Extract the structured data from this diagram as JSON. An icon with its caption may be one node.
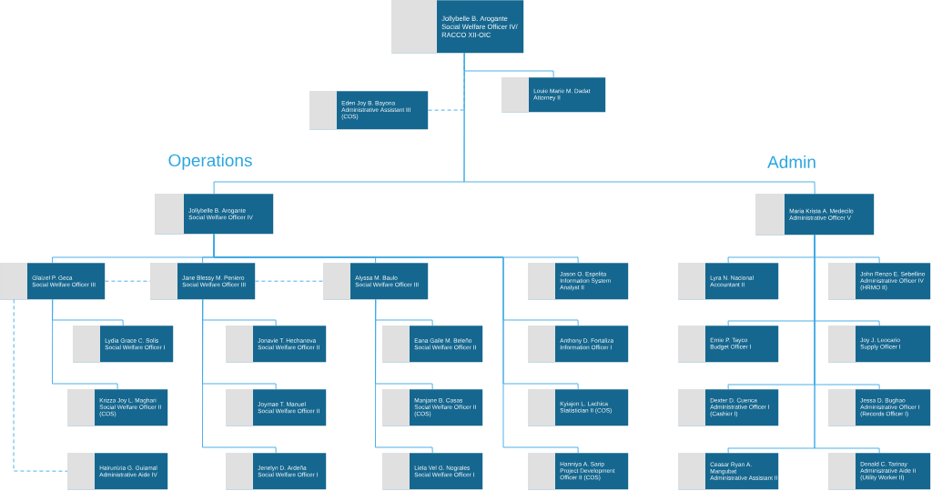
{
  "diagram": {
    "nodes": [
      {
        "text": [
          "Jollybelle B. Arogante",
          "Social Welfare Officer IV/ RACCO XII-OIC"
        ]
      },
      {
        "text": [
          "Eden Joy B. Bayona",
          "Administrative Assistant III (COS)"
        ]
      },
      {
        "text": [
          "Louie Marie M. Dadat",
          "Attorney II"
        ]
      },
      {
        "text": [
          "Jollybelle B. Arogante",
          "Social Welfare Officer IV"
        ]
      },
      {
        "text": [
          "Maria Krista A. Medecilo",
          "Administrative Officer V"
        ]
      },
      {
        "text": [
          "Glaizel P. Geca",
          "Social Welfare Officer III"
        ]
      },
      {
        "text": [
          "Jane Blessy M. Peniero",
          "Social Welfare Officer III"
        ]
      },
      {
        "text": [
          "Alyssa M. Baulo",
          "Social Welfare Officer III"
        ]
      },
      {
        "text": [
          "Jason O. Espelita",
          "Information System Analyst II"
        ]
      },
      {
        "text": [
          "Lyra N. Nacional",
          "Accountant II"
        ]
      },
      {
        "text": [
          "John Renzo E. Sebellino",
          "Administrative Officer IV (HRMO II)"
        ]
      },
      {
        "text": [
          "Lydia Grace C. Solis",
          "Social Welfare Officer I"
        ]
      },
      {
        "text": [
          "Jonavie T. Hechanova",
          "Social Welfare Officer II"
        ]
      },
      {
        "text": [
          "Eana Gaile M. Beleño",
          "Social Welfare Officer II"
        ]
      },
      {
        "text": [
          "Anthony D. Fortaliza",
          "Information Officer I"
        ]
      },
      {
        "text": [
          "Ernie P. Tayco",
          "Budget Officer I"
        ]
      },
      {
        "text": [
          "Joy J. Leocario",
          "Supply Officer I"
        ]
      },
      {
        "text": [
          "Krizza Joy L. Maghari",
          "Social Welfare Officer II (COS)"
        ]
      },
      {
        "text": [
          "Joymae T. Manuel",
          "Social Welfare Officer II"
        ]
      },
      {
        "text": [
          "Manjane B. Casas",
          "Social Welfare Officer II (COS)"
        ]
      },
      {
        "text": [
          "Kyiajen L. Lachica",
          "Statistician II (COS)"
        ]
      },
      {
        "text": [
          "Dexter D. Cuenca",
          "Administrative Officer I (Cashier I)"
        ]
      },
      {
        "text": [
          "Jessa D. Bughao",
          "Administrative Officer I (Records Officer I)"
        ]
      },
      {
        "text": [
          "Hairunizia G. Guiamal",
          "Administrative Aide IV"
        ]
      },
      {
        "text": [
          "Jenelyn D. Ardeña",
          "Social Welfare Officer I"
        ]
      },
      {
        "text": [
          "Liela Vel G. Nograles",
          "Social Welfare Officer I"
        ]
      },
      {
        "text": [
          "Hanniya A. Sarip",
          "Project Development Officer II (COS)"
        ]
      },
      {
        "text": [
          "Ceasar Ryan A. Mangubat",
          "Administrative Assistant II"
        ]
      },
      {
        "text": [
          "Donald C. Tarinay",
          "Administrative Aide II (Utility Worker II)"
        ]
      }
    ],
    "edges": [
      {
        "from": 0,
        "to": 1,
        "arrow": "none",
        "style": "dashed"
      },
      {
        "from": 0,
        "to": 2,
        "arrow": "none"
      },
      {
        "from": 0,
        "to": 3,
        "arrow": "none"
      },
      {
        "from": 0,
        "to": 4,
        "arrow": "none"
      },
      {
        "from": 3,
        "to": 5,
        "arrow": "none"
      },
      {
        "from": 3,
        "to": 6,
        "arrow": "none"
      },
      {
        "from": 3,
        "to": 7,
        "arrow": "none"
      },
      {
        "from": 3,
        "to": 8,
        "arrow": "none"
      },
      {
        "from": 5,
        "to": 6,
        "arrow": "none",
        "style": "dashed"
      },
      {
        "from": 6,
        "to": 7,
        "arrow": "none",
        "style": "dashed"
      },
      {
        "from": 5,
        "to": 11,
        "arrow": "none"
      },
      {
        "from": 5,
        "to": 17,
        "arrow": "none"
      },
      {
        "from": 5,
        "to": 23,
        "arrow": "none",
        "style": "dashed"
      },
      {
        "from": 6,
        "to": 12,
        "arrow": "none"
      },
      {
        "from": 6,
        "to": 18,
        "arrow": "none"
      },
      {
        "from": 6,
        "to": 24,
        "arrow": "none"
      },
      {
        "from": 7,
        "to": 13,
        "arrow": "none"
      },
      {
        "from": 7,
        "to": 19,
        "arrow": "none"
      },
      {
        "from": 7,
        "to": 25,
        "arrow": "none"
      },
      {
        "from": 3,
        "to": 14,
        "arrow": "none"
      },
      {
        "from": 3,
        "to": 20,
        "arrow": "none"
      },
      {
        "from": 3,
        "to": 26,
        "arrow": "none"
      },
      {
        "from": 4,
        "to": 9,
        "arrow": "none"
      },
      {
        "from": 4,
        "to": 10,
        "arrow": "none"
      },
      {
        "from": 4,
        "to": 15,
        "arrow": "none"
      },
      {
        "from": 4,
        "to": 16,
        "arrow": "none"
      },
      {
        "from": 4,
        "to": 21,
        "arrow": "none"
      },
      {
        "from": 4,
        "to": 22,
        "arrow": "none"
      },
      {
        "from": 4,
        "to": 27,
        "arrow": "none"
      },
      {
        "from": 4,
        "to": 28,
        "arrow": "none"
      }
    ],
    "labels": [
      "Operations",
      "Admin"
    ]
  }
}
